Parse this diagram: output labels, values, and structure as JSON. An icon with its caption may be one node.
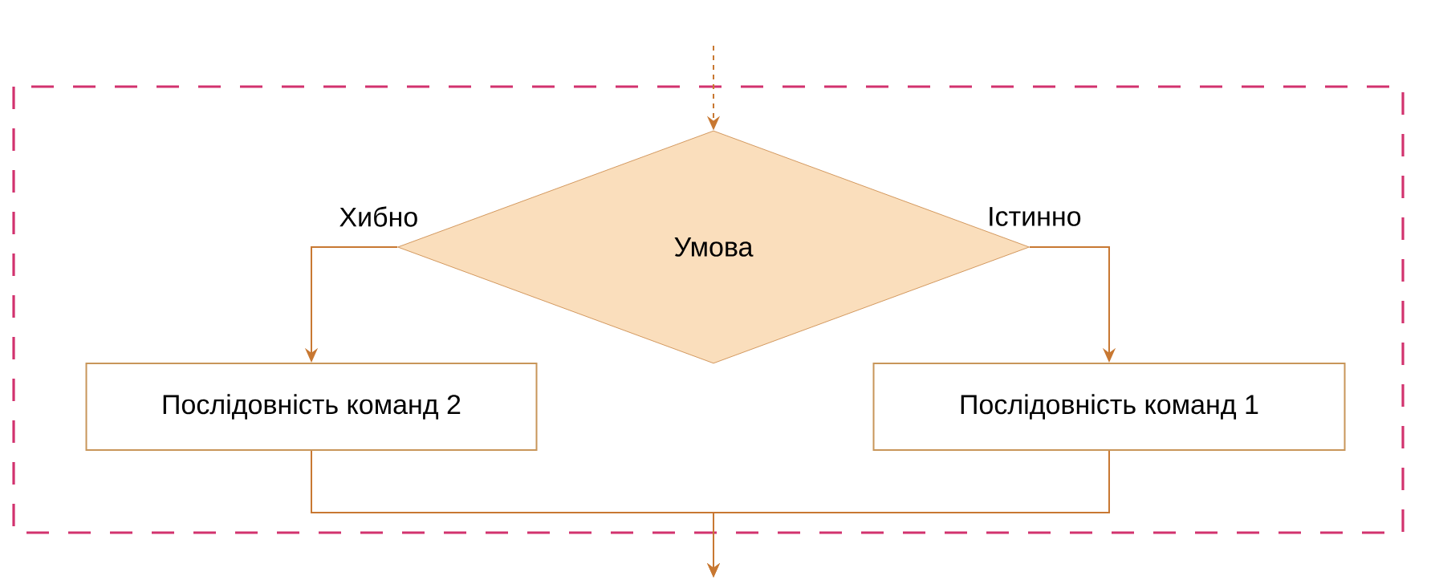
{
  "diagram": {
    "nodes": [
      {
        "text": [
          "Умова"
        ]
      },
      {
        "text": [
          "Послідовність команд 2"
        ]
      },
      {
        "text": [
          "Послідовність команд 1"
        ]
      }
    ],
    "edges": [
      {
        "from": null,
        "to": 0,
        "arrow": "to",
        "style": "dashed"
      },
      {
        "from": 0,
        "to": 1,
        "arrow": "to",
        "label": "Хибно"
      },
      {
        "from": 0,
        "to": 2,
        "arrow": "to",
        "label": "Істинно"
      },
      {
        "from": 1,
        "to": null,
        "arrow": "to"
      },
      {
        "from": 2,
        "to": null,
        "arrow": "to"
      }
    ]
  }
}
